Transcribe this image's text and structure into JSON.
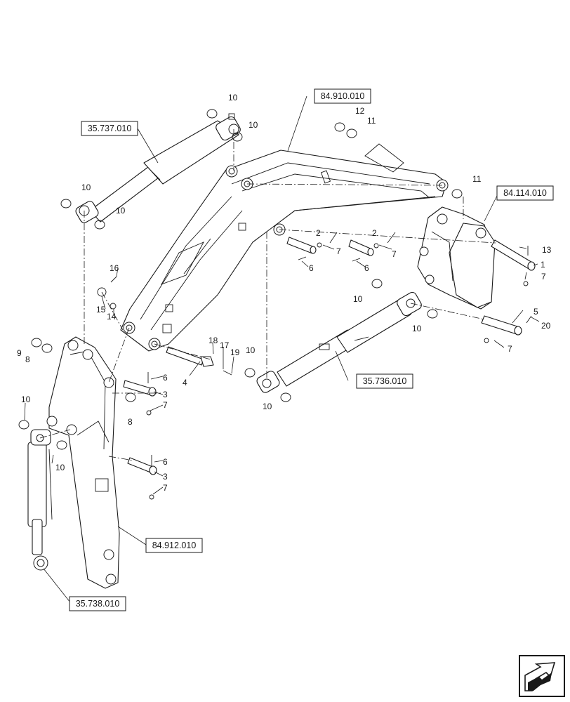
{
  "references": {
    "arm_cylinder": "35.737.010",
    "boom": "84.910.010",
    "quick_coupler": "84.114.010",
    "boom_cylinder": "35.736.010",
    "dipper_stick": "84.912.010",
    "bucket_cylinder": "35.738.010"
  },
  "callouts": {
    "c1": "1",
    "c2a": "2",
    "c2b": "2",
    "c3a": "3",
    "c3b": "3",
    "c4": "4",
    "c5": "5",
    "c6a": "6",
    "c6b": "6",
    "c6c": "6",
    "c6d": "6",
    "c7a": "7",
    "c7b": "7",
    "c7c": "7",
    "c7d": "7",
    "c7e": "7",
    "c7f": "7",
    "c8a": "8",
    "c8b": "8",
    "c9": "9",
    "c10a": "10",
    "c10b": "10",
    "c10c": "10",
    "c10d": "10",
    "c10e": "10",
    "c10f": "10",
    "c10g": "10",
    "c10h": "10",
    "c10i": "10",
    "c10j": "10",
    "c11a": "11",
    "c11b": "11",
    "c12": "12",
    "c13": "13",
    "c14": "14",
    "c15": "15",
    "c16": "16",
    "c17": "17",
    "c18": "18",
    "c19": "19",
    "c20": "20"
  },
  "icons": {
    "navigation": "next-page-arrow-icon"
  }
}
